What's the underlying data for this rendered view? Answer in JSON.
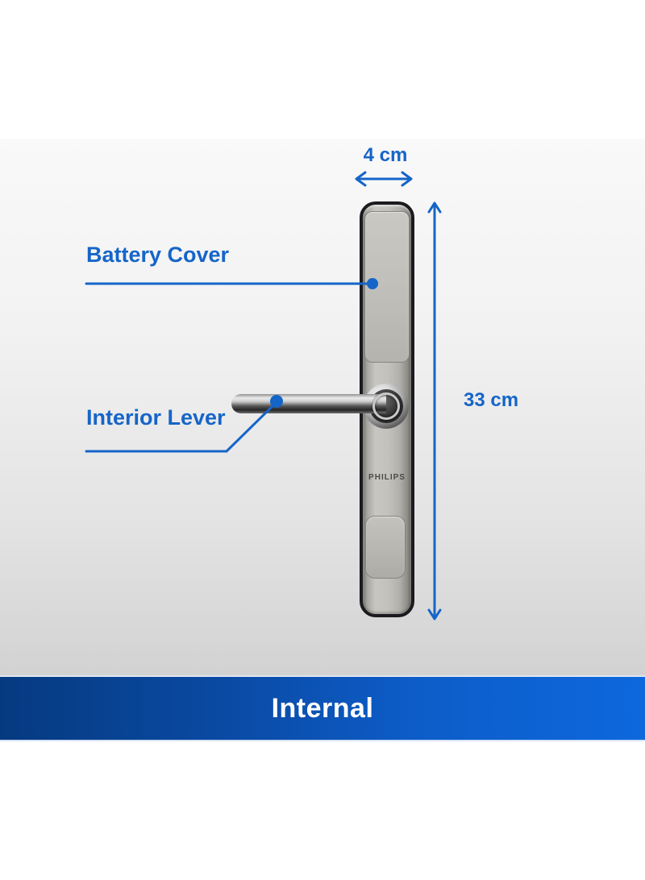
{
  "image": {
    "type": "product-dimension-diagram",
    "view": {
      "label": "Internal"
    }
  },
  "device": {
    "brand": "PHILIPS",
    "parts": [
      {
        "name": "Battery Cover"
      },
      {
        "name": "Interior Lever"
      }
    ]
  },
  "dimensions": {
    "width": {
      "label": "4 cm"
    },
    "height": {
      "label": "33 cm"
    }
  },
  "colors": {
    "annotation_blue": "#1565c8",
    "banner_gradient_left": "#063a80",
    "banner_gradient_right": "#0d68dd",
    "banner_text": "#ffffff",
    "plate_silver": "#c3c1bc",
    "plate_frame": "#1b1b1f"
  }
}
